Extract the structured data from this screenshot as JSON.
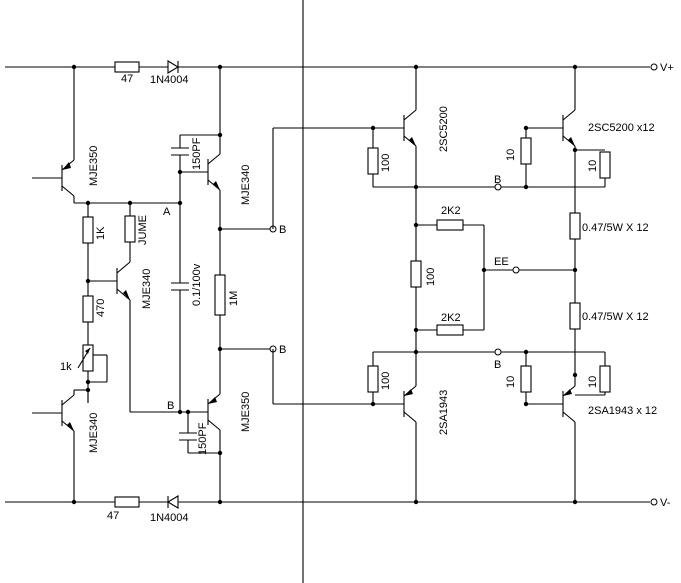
{
  "rails": {
    "positive": "V+",
    "negative": "V-"
  },
  "labels": {
    "r47_top": "47",
    "diode_top": "1N4004",
    "r47_bot": "47",
    "diode_bot": "1N4004",
    "q_mje350_top": "MJE350",
    "r1k": "1K",
    "jumper": "JUME",
    "node_a": "A",
    "q_mje340_mid": "MJE340",
    "r470": "470",
    "pot1k": "1k",
    "q_mje340_bot": "MJE340",
    "node_b": "B",
    "c150pf_top": "150PF",
    "q_mje340_drv": "MJE340",
    "c01": "0.1/100v",
    "r1m": "1M",
    "c150pf_bot": "150PF",
    "q_mje350_drv": "MJE350",
    "out_b_top": "B",
    "out_b_bot": "B",
    "r100_top": "100",
    "q_2sc5200": "2SC5200",
    "r10_top_left": "10",
    "in_b_top": "B",
    "r10_top_right": "10",
    "q_2sc5200_x12": "2SC5200 x12",
    "r2k2_top": "2K2",
    "r100_mid": "100",
    "ee": "EE",
    "r2k2_bot": "2K2",
    "emitter_top": "0.47/5W  X 12",
    "emitter_bot": "0.47/5W  X  12",
    "r100_bot": "100",
    "q_2sa1943": "2SA1943",
    "in_b_bot": "B",
    "r10_bot_left": "10",
    "r10_bot_right": "10",
    "q_2sa1943_x12": "2SA1943 x 12"
  }
}
